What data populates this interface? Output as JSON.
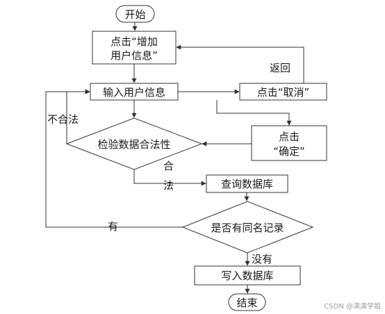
{
  "nodes": {
    "start": "开始",
    "add_user_info": [
      "点击“增加",
      "用户信息”"
    ],
    "input_user_info": "输入用户信息",
    "click_cancel": "点击“取消”",
    "click_confirm": [
      "点击",
      "“确定”"
    ],
    "validate": "检验数据合法性",
    "query_db": "查询数据库",
    "same_name_check": "是否有同名记录",
    "write_db": "写入数据库",
    "end": "结束"
  },
  "edge_labels": {
    "return": "返回",
    "illegal": "不合法",
    "legal_1": "合",
    "legal_2": "法",
    "has": "有",
    "none": "没有"
  },
  "watermark": "CSDN @清清学姐",
  "colors": {
    "stroke": "#333333",
    "text": "#1a1a1a",
    "watermark": "#a0a0a0"
  }
}
